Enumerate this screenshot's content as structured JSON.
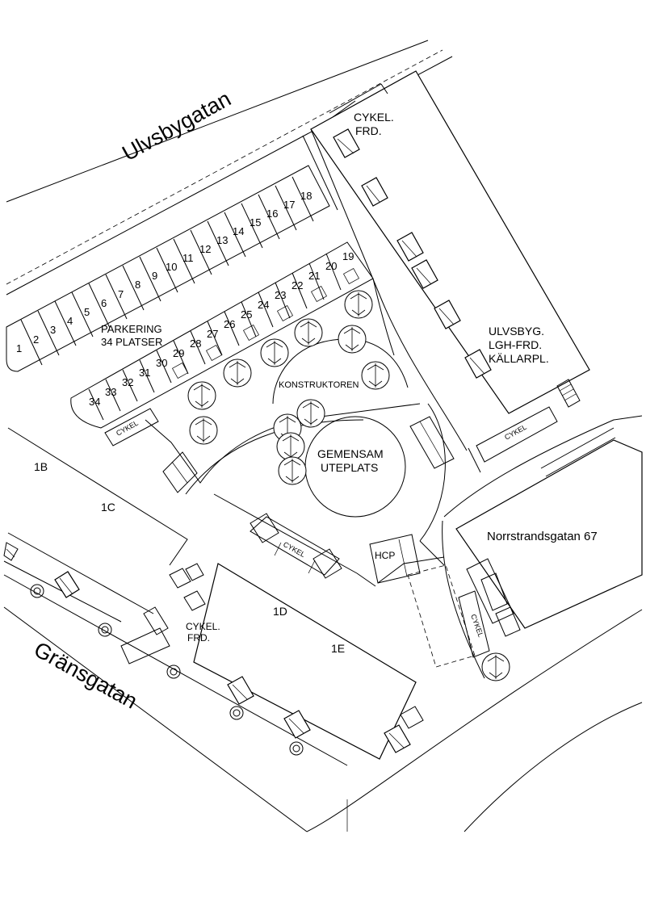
{
  "streets": {
    "north": "Ulvsbygatan",
    "south": "Gränsgatan",
    "east_building": "Norrstrandsgatan 67"
  },
  "parking": {
    "label_line1": "PARKERING",
    "label_line2": "34 PLATSER",
    "row_a": [
      "1",
      "2",
      "3",
      "4",
      "5",
      "6",
      "7",
      "8",
      "9",
      "10",
      "11",
      "12",
      "13",
      "14",
      "15",
      "16",
      "17",
      "18"
    ],
    "row_b": [
      "19",
      "20",
      "21",
      "22",
      "23",
      "24",
      "25",
      "26",
      "27",
      "28",
      "29",
      "30",
      "31",
      "32",
      "33",
      "34"
    ]
  },
  "buildings": {
    "ne_line1": "ULVSBYG.",
    "ne_line2": "LGH-FRD.",
    "ne_line3": "KÄLLARPL.",
    "b1b": "1B",
    "b1c": "1C",
    "b1d": "1D",
    "b1e": "1E"
  },
  "labels": {
    "bike_store_ne_1": "CYKEL.",
    "bike_store_ne_2": "FRD.",
    "bike_store_sw_1": "CYKEL.",
    "bike_store_sw_2": "FRD.",
    "konstruktoren": "KONSTRUKTOREN",
    "courtyard_line1": "GEMENSAM",
    "courtyard_line2": "UTEPLATS",
    "hcp": "HCP",
    "cykel": "CYKEL"
  }
}
